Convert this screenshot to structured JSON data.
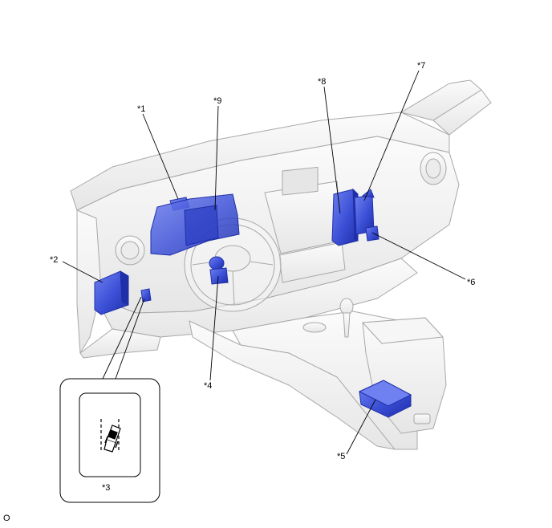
{
  "callouts": {
    "c1": "*1",
    "c2": "*2",
    "c3": "*3",
    "c4": "*4",
    "c5": "*5",
    "c6": "*6",
    "c7": "*7",
    "c8": "*8",
    "c9": "*9"
  },
  "corner_code": "O",
  "colors": {
    "component": "#3b4fd6",
    "component_dark": "#1f2fa8",
    "interior_fill": "#f2f2f2",
    "interior_line": "#a8a8a8"
  },
  "inset": {
    "icon": "lane-departure-car-icon"
  }
}
